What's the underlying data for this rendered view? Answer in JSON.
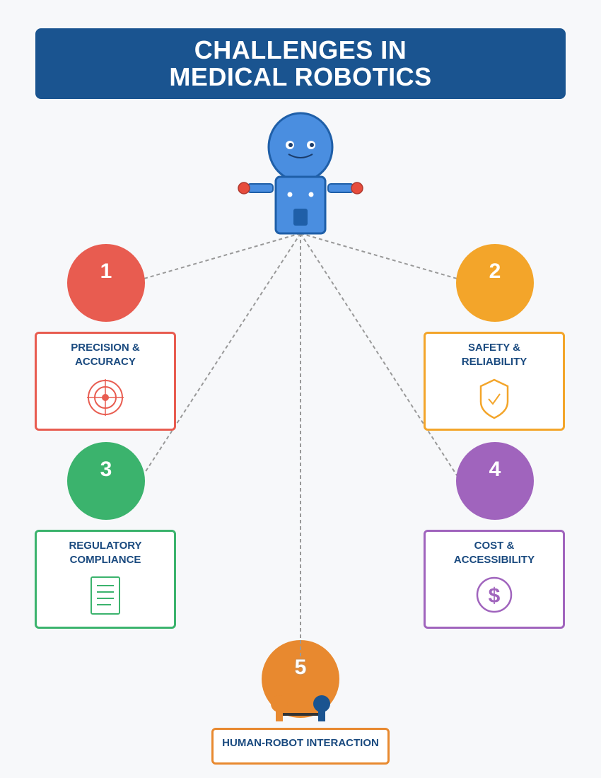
{
  "title": {
    "line1": "CHALLENGES IN",
    "line2": "MEDICAL ROBOTICS"
  },
  "challenges": [
    {
      "number": "1",
      "label_line1": "PRECISION &",
      "label_line2": "ACCURACY",
      "color": "#e85c50",
      "icon": "target-icon"
    },
    {
      "number": "2",
      "label_line1": "SAFETY &",
      "label_line2": "RELIABILITY",
      "color": "#f3a52a",
      "icon": "shield-check-icon"
    },
    {
      "number": "3",
      "label_line1": "REGULATORY",
      "label_line2": "COMPLIANCE",
      "color": "#3bb36d",
      "icon": "document-icon"
    },
    {
      "number": "4",
      "label_line1": "COST &",
      "label_line2": "ACCESSIBILITY",
      "color": "#a064bd",
      "icon": "dollar-icon"
    },
    {
      "number": "5",
      "label": "HUMAN-ROBOT INTERACTION",
      "color": "#e8892f",
      "icon": "human-robot-icon"
    }
  ],
  "colors": {
    "banner": "#1a5490",
    "robot": "#4a8ee0",
    "connector": "#999999",
    "text": "#1a4a7f"
  }
}
